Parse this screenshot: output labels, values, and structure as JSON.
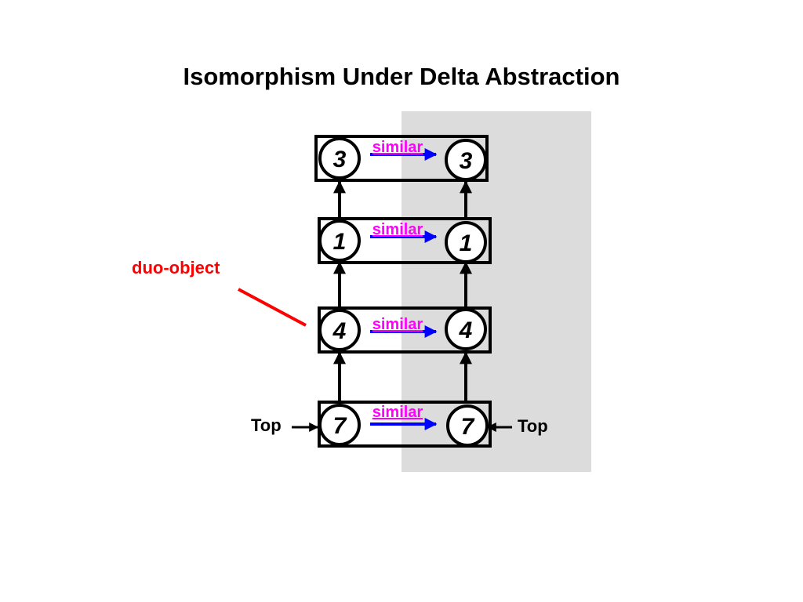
{
  "title": "Isomorphism Under Delta Abstraction",
  "relation_label": "similar",
  "rows": [
    {
      "left": "3",
      "right": "3"
    },
    {
      "left": "1",
      "right": "1"
    },
    {
      "left": "4",
      "right": "4"
    },
    {
      "left": "7",
      "right": "7"
    }
  ],
  "annotation": "duo-object",
  "top_left_label": "Top",
  "top_right_label": "Top",
  "colors": {
    "shade": "#dcdcdc",
    "relation_text": "#ff00ff",
    "relation_arrow": "#0000ff",
    "annotation": "#ff0000",
    "ink": "#000000"
  }
}
